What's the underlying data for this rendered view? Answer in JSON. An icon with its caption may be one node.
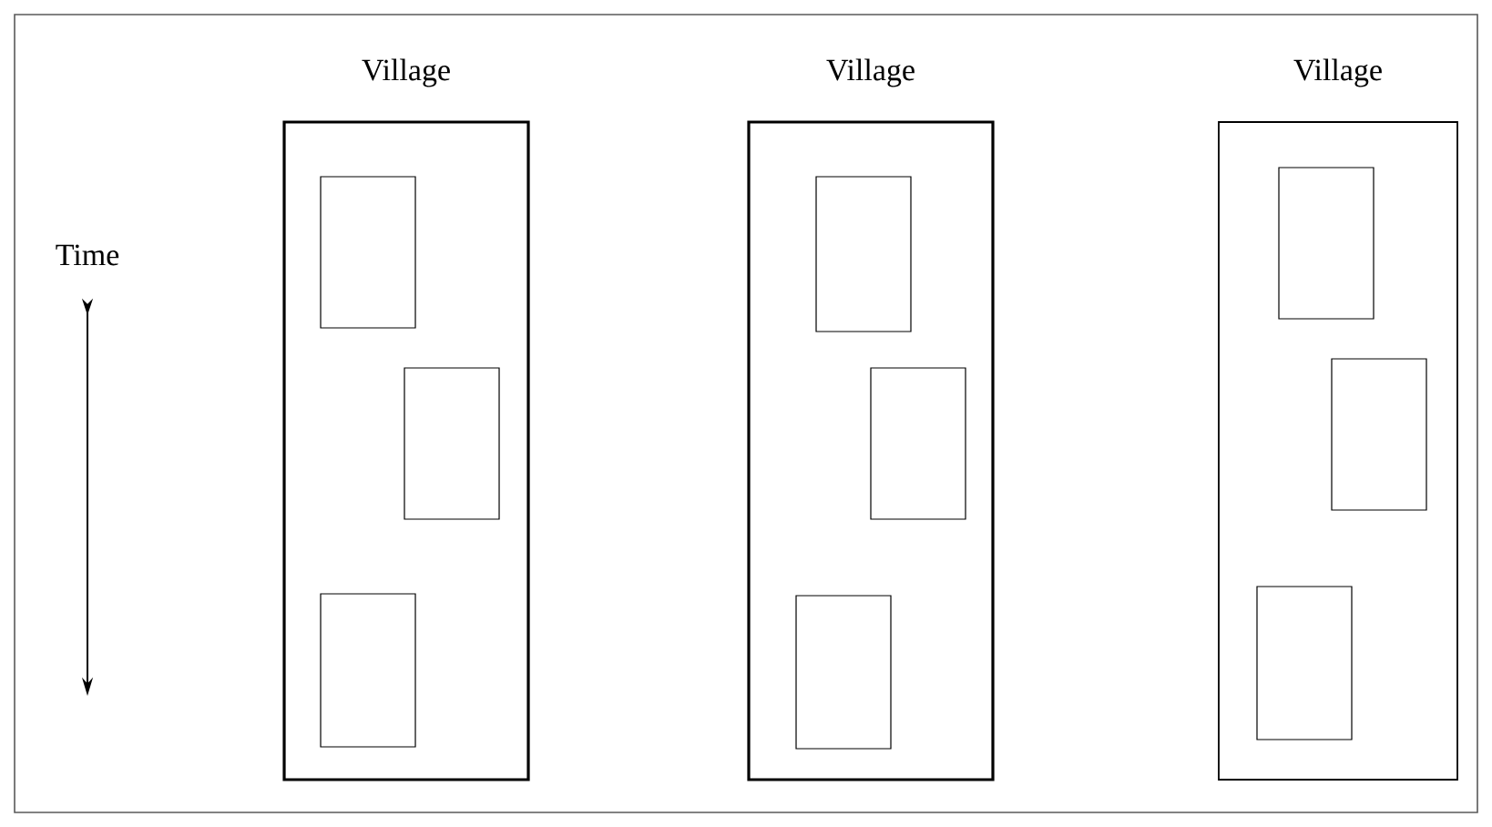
{
  "diagram": {
    "nodes": [
      {
        "text": [
          "Village"
        ]
      },
      {
        "text": [],
        "shape": "box",
        "in": 0
      },
      {
        "text": [],
        "shape": "box",
        "in": 0
      },
      {
        "text": [],
        "shape": "box",
        "in": 0
      },
      {
        "text": [
          "Village"
        ]
      },
      {
        "text": [],
        "shape": "box",
        "in": 4
      },
      {
        "text": [],
        "shape": "box",
        "in": 4
      },
      {
        "text": [],
        "shape": "box",
        "in": 4
      },
      {
        "text": [
          "Village"
        ]
      },
      {
        "text": [],
        "shape": "box",
        "in": 8
      },
      {
        "text": [],
        "shape": "box",
        "in": 8
      },
      {
        "text": [],
        "shape": "box",
        "in": 8
      }
    ],
    "labels": [
      "Time"
    ]
  }
}
